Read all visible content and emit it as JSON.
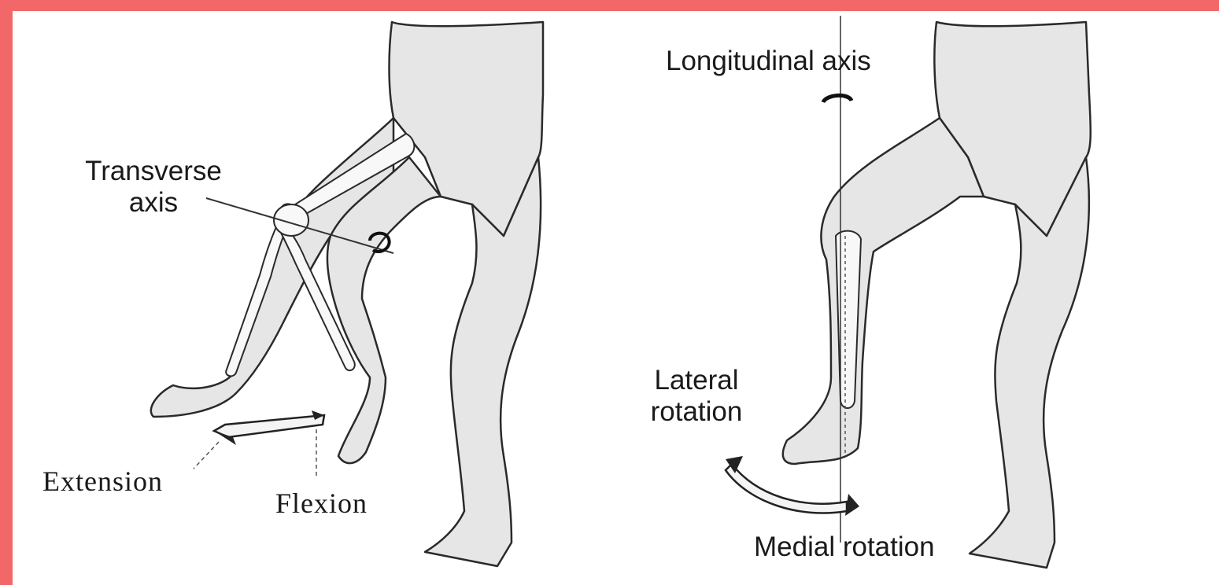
{
  "labels": {
    "transverse_axis_line1": "Transverse",
    "transverse_axis_line2": "axis",
    "extension": "Extension",
    "flexion": "Flexion",
    "longitudinal_axis": "Longitudinal axis",
    "lateral_rotation_line1": "Lateral",
    "lateral_rotation_line2": "rotation",
    "medial_rotation": "Medial rotation"
  },
  "colors": {
    "frame": "#f26868",
    "skin": "#e6e6e6",
    "outline": "#2a2a2a",
    "bone": "#f8f8f8"
  }
}
